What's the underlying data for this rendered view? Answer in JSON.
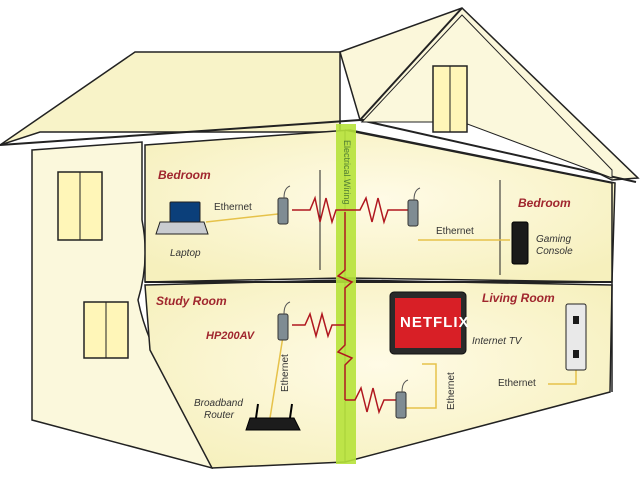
{
  "rooms": {
    "bedroom_left": "Bedroom",
    "bedroom_right": "Bedroom",
    "study_room": "Study Room",
    "living_room": "Living Room"
  },
  "devices": {
    "laptop": "Laptop",
    "gaming_console": [
      "Gaming",
      "Console"
    ],
    "adapter": "HP200AV",
    "router": [
      "Broadband",
      "Router"
    ],
    "internet_tv": "Internet TV",
    "tv_logo": "NETFLIX"
  },
  "ethernet_label": "Ethernet",
  "riser_text": "Electrical Wiring",
  "colors": {
    "house_fill": "#fbf8d8",
    "house_outline": "#222222",
    "room_label": "#a0262e",
    "ethernet_line": "#e6c24a",
    "powerline_signal": "#b0171f",
    "riser": "#b6e23a",
    "netflix_red": "#d81f26"
  }
}
